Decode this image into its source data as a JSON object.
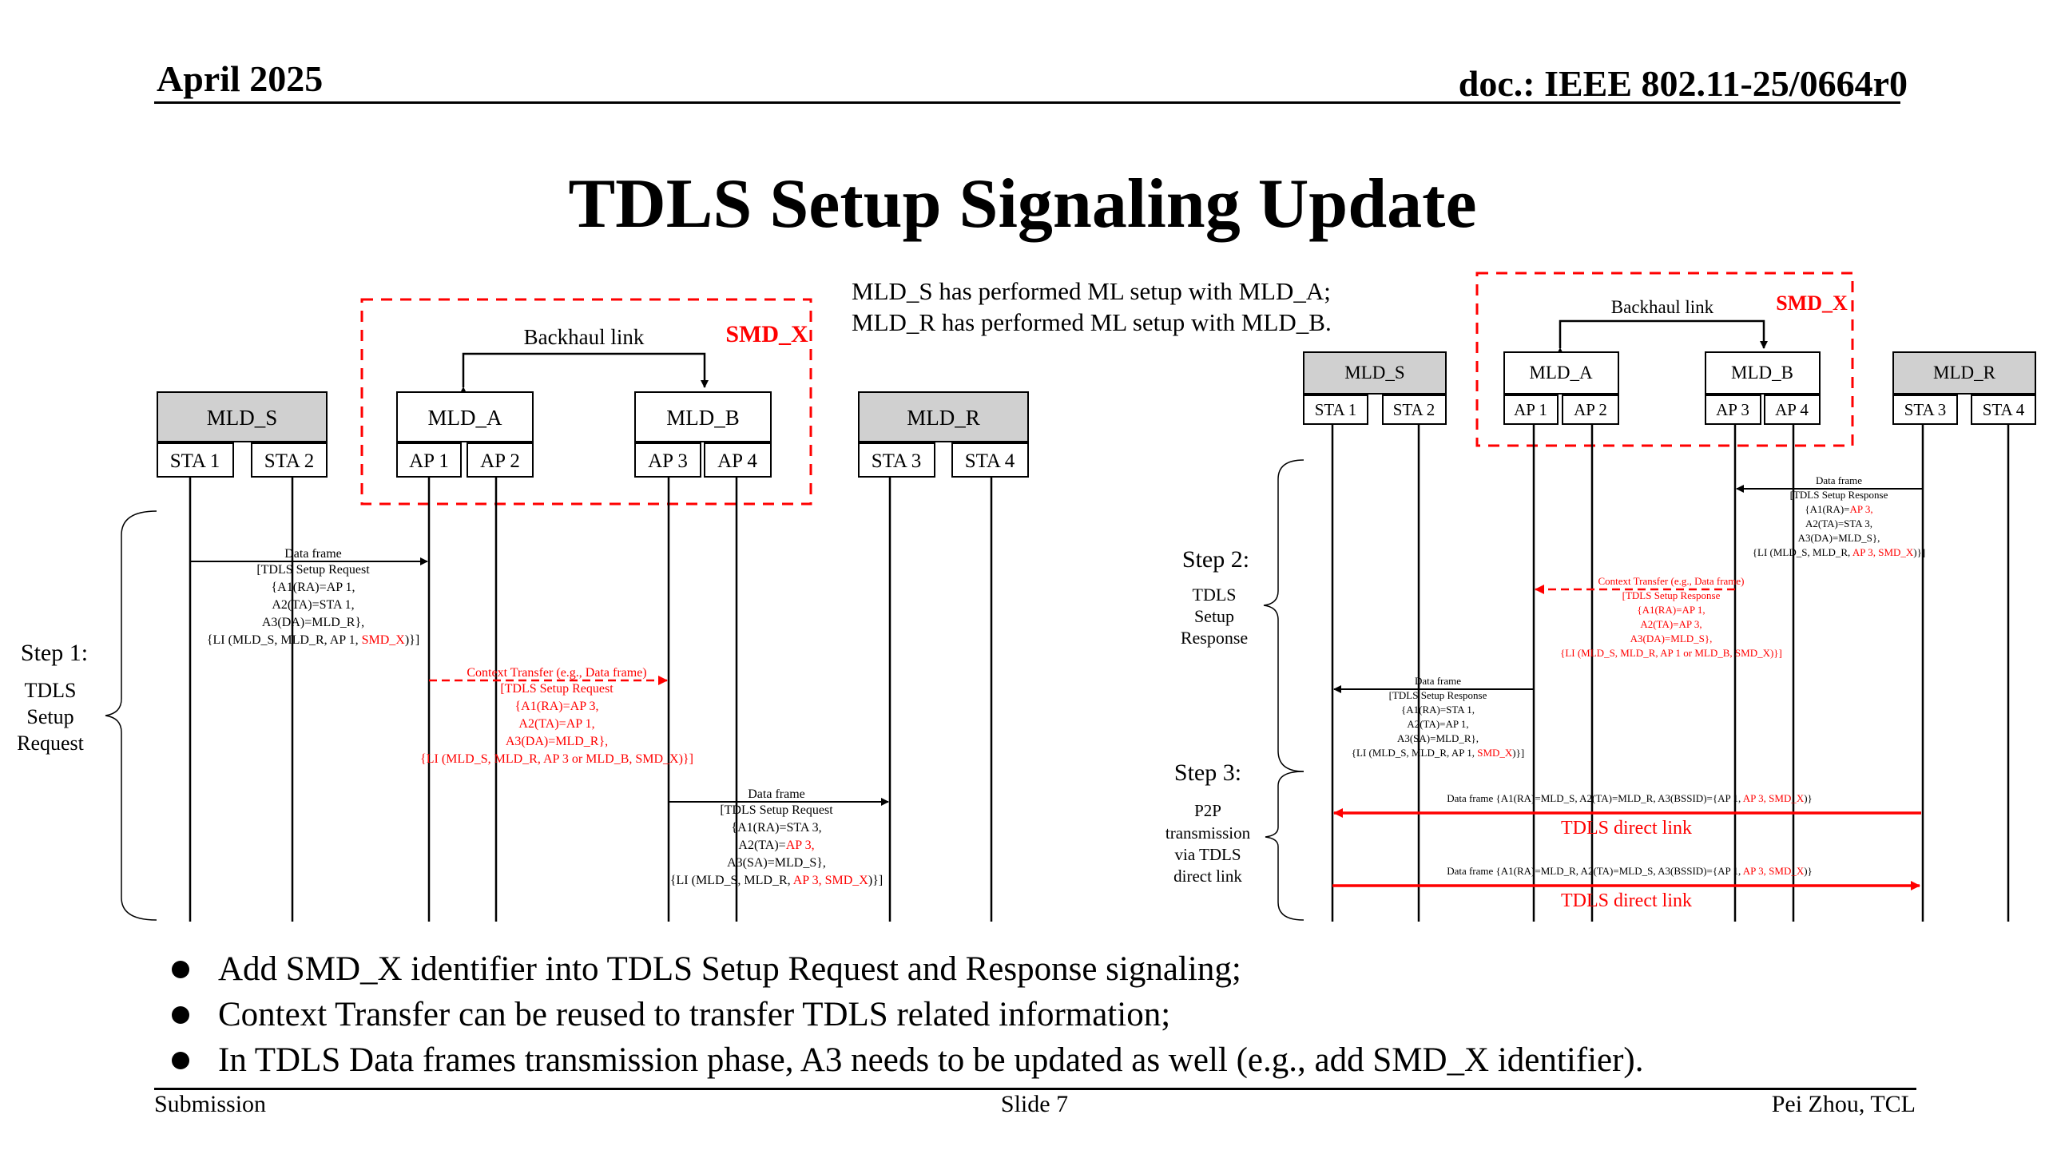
{
  "header": {
    "date": "April 2025",
    "doc": "doc.: IEEE 802.11-25/0664r0"
  },
  "title": "TDLS Setup Signaling Update",
  "note": {
    "line1": "MLD_S has performed ML setup with MLD_A;",
    "line2": "MLD_R has performed ML setup with MLD_B."
  },
  "colors": {
    "accent": "#ff0000",
    "box_fill": "#d0d0d0"
  },
  "left_diagram": {
    "smd": "SMD_X",
    "backhaul": "Backhaul link",
    "mlds": [
      {
        "name": "MLD_S",
        "stas": [
          "STA 1",
          "STA 2"
        ]
      },
      {
        "name": "MLD_A",
        "stas": [
          "AP 1",
          "AP 2"
        ]
      },
      {
        "name": "MLD_B",
        "stas": [
          "AP 3",
          "AP 4"
        ]
      },
      {
        "name": "MLD_R",
        "stas": [
          "STA 3",
          "STA 4"
        ]
      }
    ],
    "step1": {
      "label": "Step 1:",
      "desc": [
        "TDLS",
        "Setup",
        "Request"
      ]
    },
    "msg1": {
      "lines": [
        "Data frame",
        "[TDLS Setup Request",
        "{A1(RA)=AP 1,",
        "A2(TA)=STA 1,",
        "A3(DA)=MLD_R},"
      ],
      "last_black": "{LI (MLD_S, MLD_R, AP 1, ",
      "last_red": "SMD_X",
      "last_tail": ")}]"
    },
    "msg2": {
      "lines": [
        "Context Transfer (e.g., Data frame)",
        "[TDLS Setup Request",
        "{A1(RA)=AP 3,",
        "A2(TA)=AP 1,",
        "A3(DA)=MLD_R},",
        "{LI (MLD_S, MLD_R, AP 3 or MLD_B, SMD_X)}]"
      ]
    },
    "msg3": {
      "lines": [
        "Data frame",
        "[TDLS Setup Request",
        "{A1(RA)=STA 3,"
      ],
      "a2_black": "A2(TA)=",
      "a2_red": "AP 3,",
      "a3": "A3(SA)=MLD_S},",
      "last_black": "{LI (MLD_S, MLD_R, ",
      "last_red": "AP 3, SMD_X",
      "last_tail": ")}]"
    }
  },
  "right_diagram": {
    "smd": "SMD_X",
    "backhaul": "Backhaul link",
    "mlds": [
      {
        "name": "MLD_S",
        "stas": [
          "STA 1",
          "STA 2"
        ]
      },
      {
        "name": "MLD_A",
        "stas": [
          "AP 1",
          "AP 2"
        ]
      },
      {
        "name": "MLD_B",
        "stas": [
          "AP 3",
          "AP 4"
        ]
      },
      {
        "name": "MLD_R",
        "stas": [
          "STA 3",
          "STA 4"
        ]
      }
    ],
    "step2": {
      "label": "Step 2:",
      "desc": [
        "TDLS",
        "Setup",
        "Response"
      ]
    },
    "step3": {
      "label": "Step 3:",
      "desc": [
        "P2P",
        "transmission",
        "via TDLS",
        "direct link"
      ]
    },
    "msg1": {
      "lines": [
        "Data frame",
        "[TDLS Setup Response"
      ],
      "a1_black": "{A1(RA)=",
      "a1_red": "AP 3,",
      "a2": "A2(TA)=STA 3,",
      "a3": "A3(DA)=MLD_S},",
      "last_black": "{LI (MLD_S, MLD_R, ",
      "last_red": "AP 3, SMD_X",
      "last_tail": ")}]"
    },
    "msg2": {
      "lines": [
        "Context Transfer (e.g., Data frame)",
        "[TDLS Setup Response",
        "{A1(RA)=AP 1,",
        "A2(TA)=AP 3,",
        "A3(DA)=MLD_S},",
        "{LI (MLD_S, MLD_R, AP 1 or MLD_B, SMD_X)}]"
      ]
    },
    "msg3": {
      "lines": [
        "Data frame",
        "[TDLS Setup Response",
        "{A1(RA)=STA 1,",
        "A2(TA)=AP 1,",
        "A3(SA)=MLD_R},"
      ],
      "last_black": "{LI (MLD_S, MLD_R, AP 1, ",
      "last_red": "SMD_X",
      "last_tail": ")}]"
    },
    "data1": {
      "black": "Data frame {A1(RA)=MLD_S, A2(TA)=MLD_R, A3(BSSID)={AP 1, ",
      "red": "AP 3, SMD_X",
      "tail": ")}"
    },
    "data2": {
      "black": "Data frame {A1(RA)=MLD_R, A2(TA)=MLD_S, A3(BSSID)={AP 1, ",
      "red": "AP 3, SMD_X",
      "tail": ")}"
    },
    "direct_link": "TDLS direct link"
  },
  "bullets": [
    "Add SMD_X identifier into TDLS Setup Request and Response signaling;",
    "Context Transfer can be reused to transfer TDLS related information;",
    "In TDLS Data frames transmission phase, A3 needs to be updated as well (e.g., add SMD_X identifier)."
  ],
  "footer": {
    "left": "Submission",
    "center": "Slide 7",
    "right": "Pei Zhou, TCL"
  }
}
